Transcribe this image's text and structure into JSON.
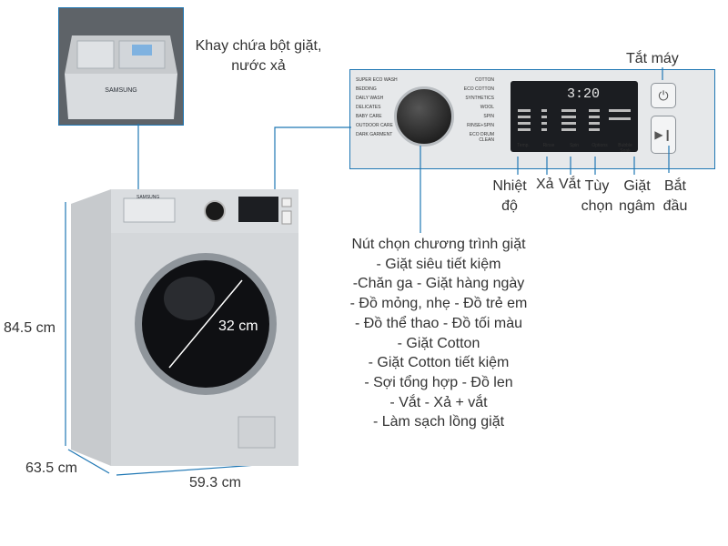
{
  "drawer_caption": [
    "Khay chứa bột giặt,",
    "nước xả"
  ],
  "drawer_brand": "SAMSUNG",
  "machine_brand": "SAMSUNG",
  "power_label": "Tắt máy",
  "panel_labels": {
    "temp": [
      "Nhiệt",
      "độ"
    ],
    "rinse": "Xả",
    "spin": "Vắt",
    "options": [
      "Tùy",
      "chọn"
    ],
    "soak": [
      "Giặt",
      "ngâm"
    ],
    "start": [
      "Bắt",
      "đầu"
    ]
  },
  "panel_programs_left": [
    "SUPER ECO WASH",
    "BEDDING",
    "DAILY WASH",
    "DELICATES",
    "BABY CARE",
    "OUTDOOR CARE",
    "DARK GARMENT"
  ],
  "panel_programs_right": [
    "COTTON",
    "ECO COTTON",
    "SYNTHETICS",
    "WOOL",
    "SPIN",
    "RINSE+SPIN",
    "ECO DRUM CLEAN"
  ],
  "panel_display": "3:20",
  "panel_buttons": [
    "Temp.",
    "Rinse",
    "Spin",
    "Options",
    "Bubble Soak"
  ],
  "dial_title": "Nút chọn chương trình giặt",
  "dial_items": [
    "- Giặt siêu tiết kiệm",
    "-Chăn ga - Giặt hàng ngày",
    "- Đồ mỏng, nhẹ - Đồ trẻ em",
    "- Đồ thể thao - Đồ tối màu",
    "- Giặt Cotton",
    "- Giặt Cotton tiết kiệm",
    "- Sợi tổng hợp - Đồ len",
    "- Vắt - Xả + vắt",
    "- Làm sạch lồng giặt"
  ],
  "dimensions": {
    "height": "84.5 cm",
    "depth": "63.5 cm",
    "width": "59.3 cm",
    "door": "32 cm"
  },
  "colors": {
    "line": "#1f77b4",
    "body": "#c9ccd0",
    "door_ring": "#9aa0a6"
  }
}
